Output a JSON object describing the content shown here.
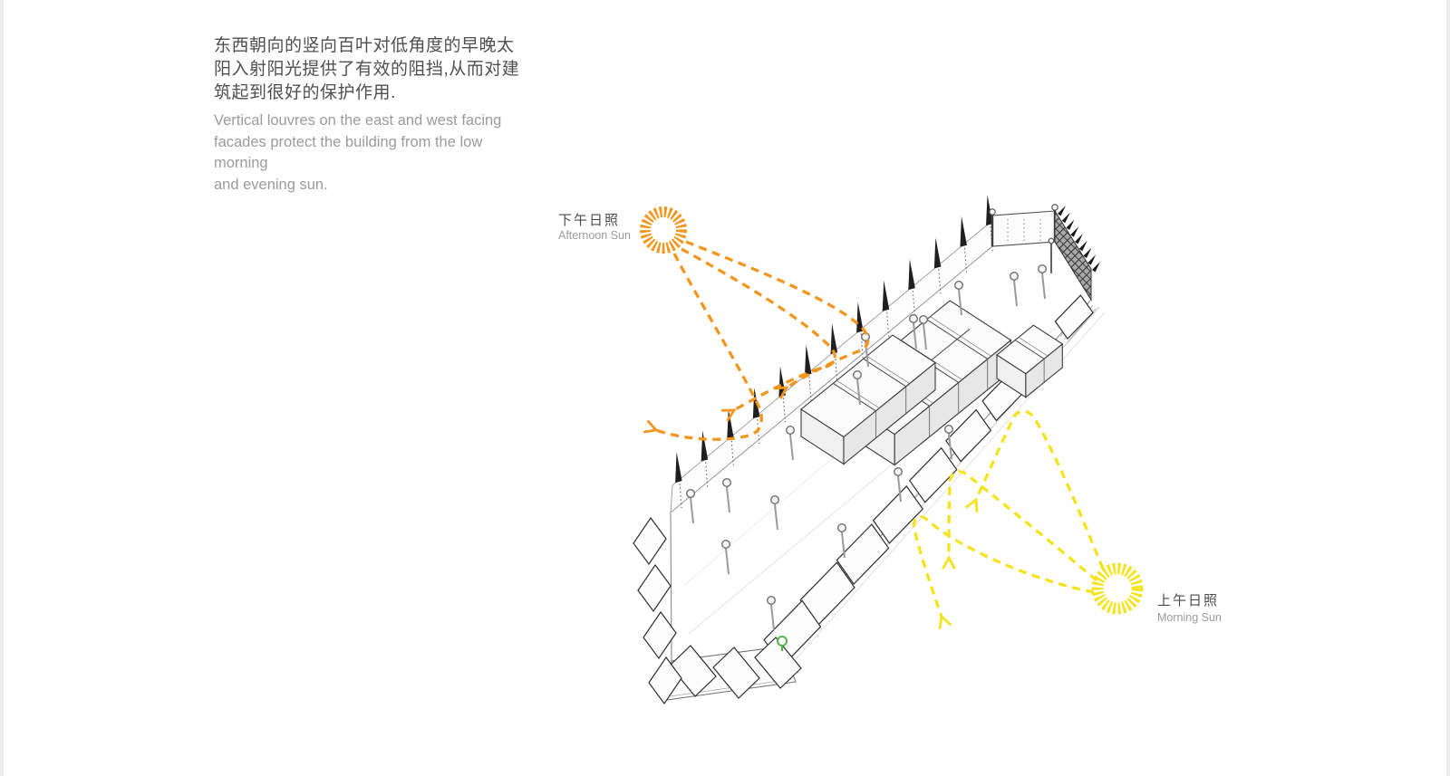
{
  "caption": {
    "zh_lines": [
      "东西朝向的竖向百叶对低角度的早晚太",
      "阳入射阳光提供了有效的阻挡,从而对建",
      "筑起到很好的保护作用."
    ],
    "en_lines": [
      "Vertical louvres on the east and west facing",
      "facades protect the building from the low morning",
      "and evening sun."
    ]
  },
  "labels": {
    "afternoon_sun_zh": "下午日照",
    "afternoon_sun_en": "Afternoon Sun",
    "morning_sun_zh": "上午日照",
    "morning_sun_en": "Morning Sun"
  },
  "icons": {
    "afternoon_sun": "sun-burst-icon",
    "morning_sun": "sun-burst-icon",
    "origin_marker": "green-circle-marker"
  },
  "colors": {
    "afternoon_orange": "#F2961E",
    "morning_yellow": "#F5E41C",
    "marker_green": "#55B24E",
    "text_dark": "#4B4B4B",
    "text_gray": "#9B9B9B",
    "line_dark": "#3A3A3A"
  }
}
